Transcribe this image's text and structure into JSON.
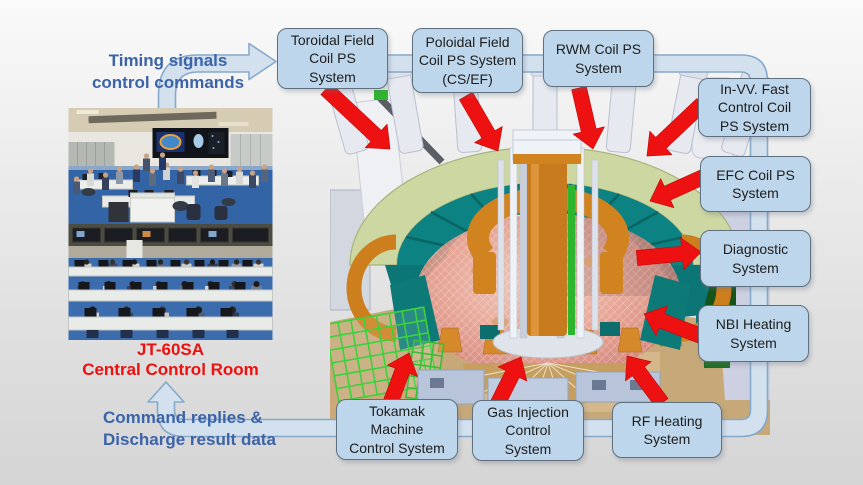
{
  "flow_labels": {
    "timing_line1": "Timing signals",
    "timing_line2": "control commands",
    "reply_line1": "Command replies &",
    "reply_line2": "Discharge result data"
  },
  "photo": {
    "caption_line1": "JT-60SA",
    "caption_line2": "Central Control Room"
  },
  "systems": [
    {
      "id": "toroidal-field-coil-ps",
      "label": "Toroidal Field\nCoil PS\nSystem"
    },
    {
      "id": "poloidal-field-coil-ps",
      "label": "Poloidal Field\nCoil PS System\n(CS/EF)"
    },
    {
      "id": "rwm-coil-ps",
      "label": "RWM Coil PS\nSystem"
    },
    {
      "id": "invv-fast-control-coil-ps",
      "label": "In-VV. Fast\nControl Coil\nPS System"
    },
    {
      "id": "efc-coil-ps",
      "label": "EFC Coil PS\nSystem"
    },
    {
      "id": "diagnostic",
      "label": "Diagnostic\nSystem"
    },
    {
      "id": "nbi-heating",
      "label": "NBI Heating\nSystem"
    },
    {
      "id": "rf-heating",
      "label": "RF Heating\nSystem"
    },
    {
      "id": "gas-injection",
      "label": "Gas Injection\nControl\nSystem"
    },
    {
      "id": "tokamak-machine-control",
      "label": "Tokamak\nMachine\nControl System"
    }
  ],
  "colors": {
    "box_fill": "#bdd6eb",
    "box_border": "#5f7080",
    "arrow_red": "#ee1111",
    "tube_fill": "#d3e1ef",
    "tube_border": "#86a9cb",
    "text_blue": "#3b63a8",
    "text_red": "#ee0f0f"
  }
}
